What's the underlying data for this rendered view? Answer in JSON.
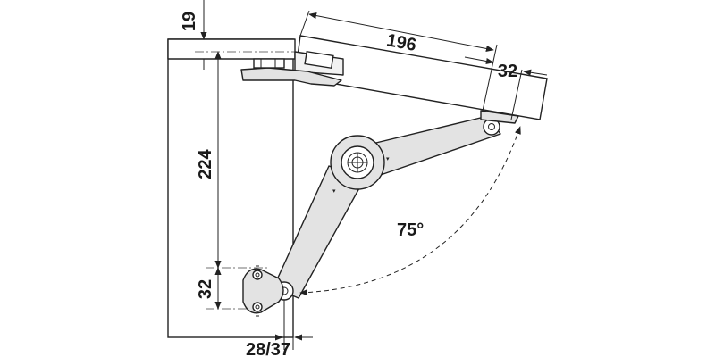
{
  "dimensions": {
    "top_thickness": "19",
    "flap_length": "196",
    "flap_offset": "32",
    "height": "224",
    "bracket_spacing": "32",
    "side_offset": "28/37",
    "opening_angle": "75°"
  },
  "colors": {
    "line": "#222222",
    "part_fill": "#e3e3e3",
    "background": "#ffffff"
  }
}
